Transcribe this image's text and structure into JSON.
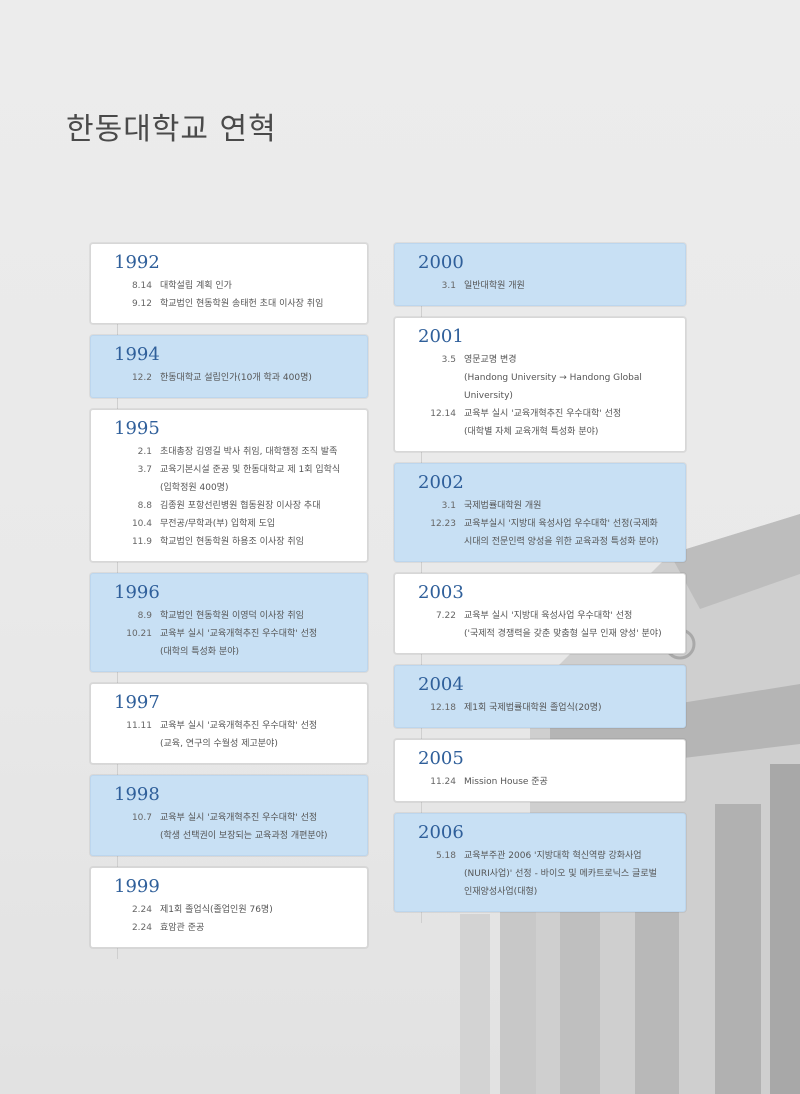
{
  "title": "한동대학교 연혁",
  "left_column": [
    {
      "year": "1992",
      "style": "white",
      "entries": [
        {
          "date": "8.14",
          "text": "대학설립 계획 인가"
        },
        {
          "date": "9.12",
          "text": "학교법인 현동학원 송태헌 초대 이사장 취임"
        }
      ]
    },
    {
      "year": "1994",
      "style": "blue",
      "entries": [
        {
          "date": "12.2",
          "text": "한동대학교 설립인가(10개 학과 400명)"
        }
      ]
    },
    {
      "year": "1995",
      "style": "white",
      "entries": [
        {
          "date": "2.1",
          "text": "초대총장 김영길 박사 취임, 대학행정 조직 발족"
        },
        {
          "date": "3.7",
          "text": "교육기본시설 준공 및 한동대학교 제 1회 입학식"
        },
        {
          "date": "",
          "text": "(입학정원 400명)"
        },
        {
          "date": "8.8",
          "text": "김종원 포항선린병원 협동원장 이사장 추대"
        },
        {
          "date": "10.4",
          "text": "무전공/무학과(부) 입학제 도입"
        },
        {
          "date": "11.9",
          "text": "학교법인 현동학원 하용조 이사장 취임"
        }
      ]
    },
    {
      "year": "1996",
      "style": "blue",
      "entries": [
        {
          "date": "8.9",
          "text": "학교법인 현동학원 이영덕 이사장 취임"
        },
        {
          "date": "10.21",
          "text": "교육부 실시 '교육개혁추진 우수대학' 선정"
        },
        {
          "date": "",
          "text": "(대학의 특성화 분야)"
        }
      ]
    },
    {
      "year": "1997",
      "style": "white",
      "entries": [
        {
          "date": "11.11",
          "text": "교육부 실시 '교육개혁추진 우수대학' 선정"
        },
        {
          "date": "",
          "text": "(교육, 연구의 수월성 제고분야)"
        }
      ]
    },
    {
      "year": "1998",
      "style": "blue",
      "entries": [
        {
          "date": "10.7",
          "text": "교육부 실시 '교육개혁추진 우수대학' 선정"
        },
        {
          "date": "",
          "text": "(학생 선택권이 보장되는 교육과정 개편분야)"
        }
      ]
    },
    {
      "year": "1999",
      "style": "white",
      "entries": [
        {
          "date": "2.24",
          "text": "제1회 졸업식(졸업인원 76명)"
        },
        {
          "date": "2.24",
          "text": "효암관 준공"
        }
      ]
    }
  ],
  "right_column": [
    {
      "year": "2000",
      "style": "blue",
      "entries": [
        {
          "date": "3.1",
          "text": "일반대학원 개원"
        }
      ]
    },
    {
      "year": "2001",
      "style": "white",
      "entries": [
        {
          "date": "3.5",
          "text": "영문교명 변경"
        },
        {
          "date": "",
          "text": "(Handong University → Handong Global University)"
        },
        {
          "date": "12.14",
          "text": "교육부 실시 '교육개혁추진 우수대학' 선정"
        },
        {
          "date": "",
          "text": "(대학별 자체 교육개혁 특성화 분야)"
        }
      ]
    },
    {
      "year": "2002",
      "style": "blue",
      "entries": [
        {
          "date": "3.1",
          "text": "국제법률대학원 개원"
        },
        {
          "date": "12.23",
          "text": "교육부실시 '지방대 육성사업 우수대학' 선정(국제화"
        },
        {
          "date": "",
          "text": "시대의 전문인력 양성을 위한 교육과정 특성화 분야)"
        }
      ]
    },
    {
      "year": "2003",
      "style": "white",
      "entries": [
        {
          "date": "7.22",
          "text": "교육부 실시 '지방대 육성사업 우수대학' 선정"
        },
        {
          "date": "",
          "text": "('국제적 경쟁력을 갖춘 맞춤형 실무 인재 양성' 분야)"
        }
      ]
    },
    {
      "year": "2004",
      "style": "blue",
      "entries": [
        {
          "date": "12.18",
          "text": "제1회 국제법률대학원 졸업식(20명)"
        }
      ]
    },
    {
      "year": "2005",
      "style": "white",
      "entries": [
        {
          "date": "11.24",
          "text": "Mission House 준공"
        }
      ]
    },
    {
      "year": "2006",
      "style": "blue",
      "entries": [
        {
          "date": "5.18",
          "text": "교육부주관 2006 '지방대학 혁신역량 강화사업"
        },
        {
          "date": "",
          "text": "(NURI사업)' 선정 - 바이오 및 메카트로닉스 글로벌"
        },
        {
          "date": "",
          "text": "인재양성사업(대형)"
        }
      ]
    }
  ],
  "colors": {
    "year_text": "#2f5f9a",
    "blue_card": "#c8e0f4",
    "white_card": "#ffffff"
  }
}
